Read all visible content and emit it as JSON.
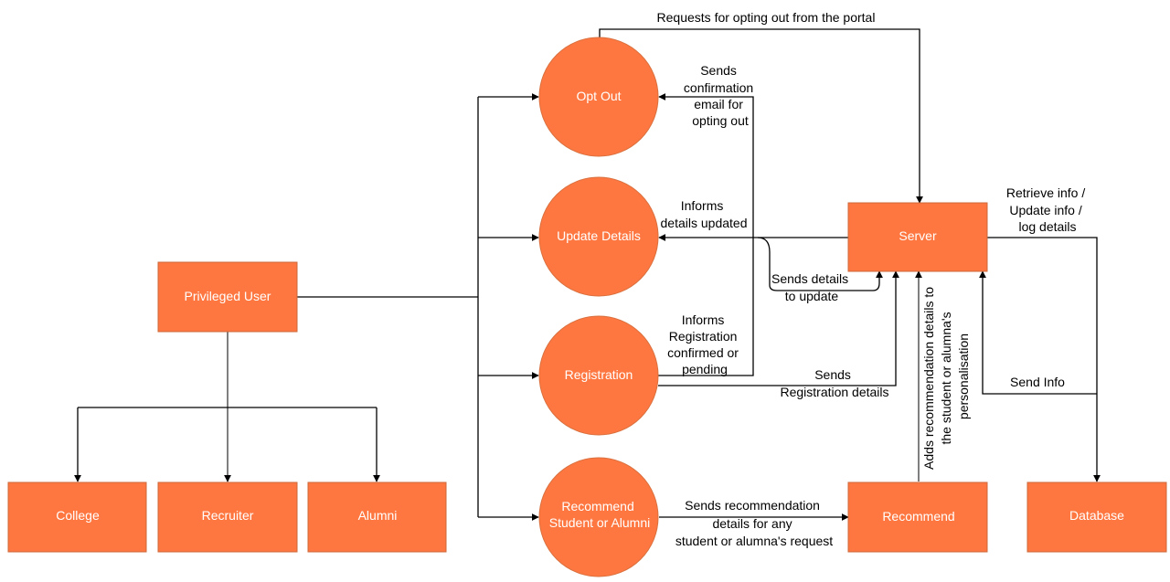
{
  "colors": {
    "node_fill": "#ff7740",
    "node_text": "#ffffff",
    "line": "#000000"
  },
  "nodes": {
    "privileged_user": "Privileged User",
    "college": "College",
    "recruiter": "Recruiter",
    "alumni": "Alumni",
    "opt_out": "Opt Out",
    "update_details": "Update Details",
    "registration": "Registration",
    "recommend_student": [
      "Recommend",
      "Student or Alumni"
    ],
    "server": "Server",
    "recommend": "Recommend",
    "database": "Database"
  },
  "edges": {
    "requests_opt_out": "Requests for opting out from the portal",
    "sends_confirmation": [
      "Sends",
      "confirmation",
      "email for",
      "opting out"
    ],
    "informs_updated": [
      "Informs",
      "details updated"
    ],
    "sends_details_update": [
      "Sends details",
      "to update"
    ],
    "informs_registration": [
      "Informs",
      "Registration",
      "confirmed or",
      "pending"
    ],
    "sends_registration": [
      "Sends",
      "Registration details"
    ],
    "sends_recommendation": [
      "Sends recommendation",
      "details for any",
      "student or alumna's request"
    ],
    "adds_recommendation": [
      "Adds recommendation details to",
      "the student or alumna's",
      "personalisation"
    ],
    "retrieve_info": [
      "Retrieve info /",
      "Update info /",
      "log details"
    ],
    "send_info": "Send Info"
  }
}
